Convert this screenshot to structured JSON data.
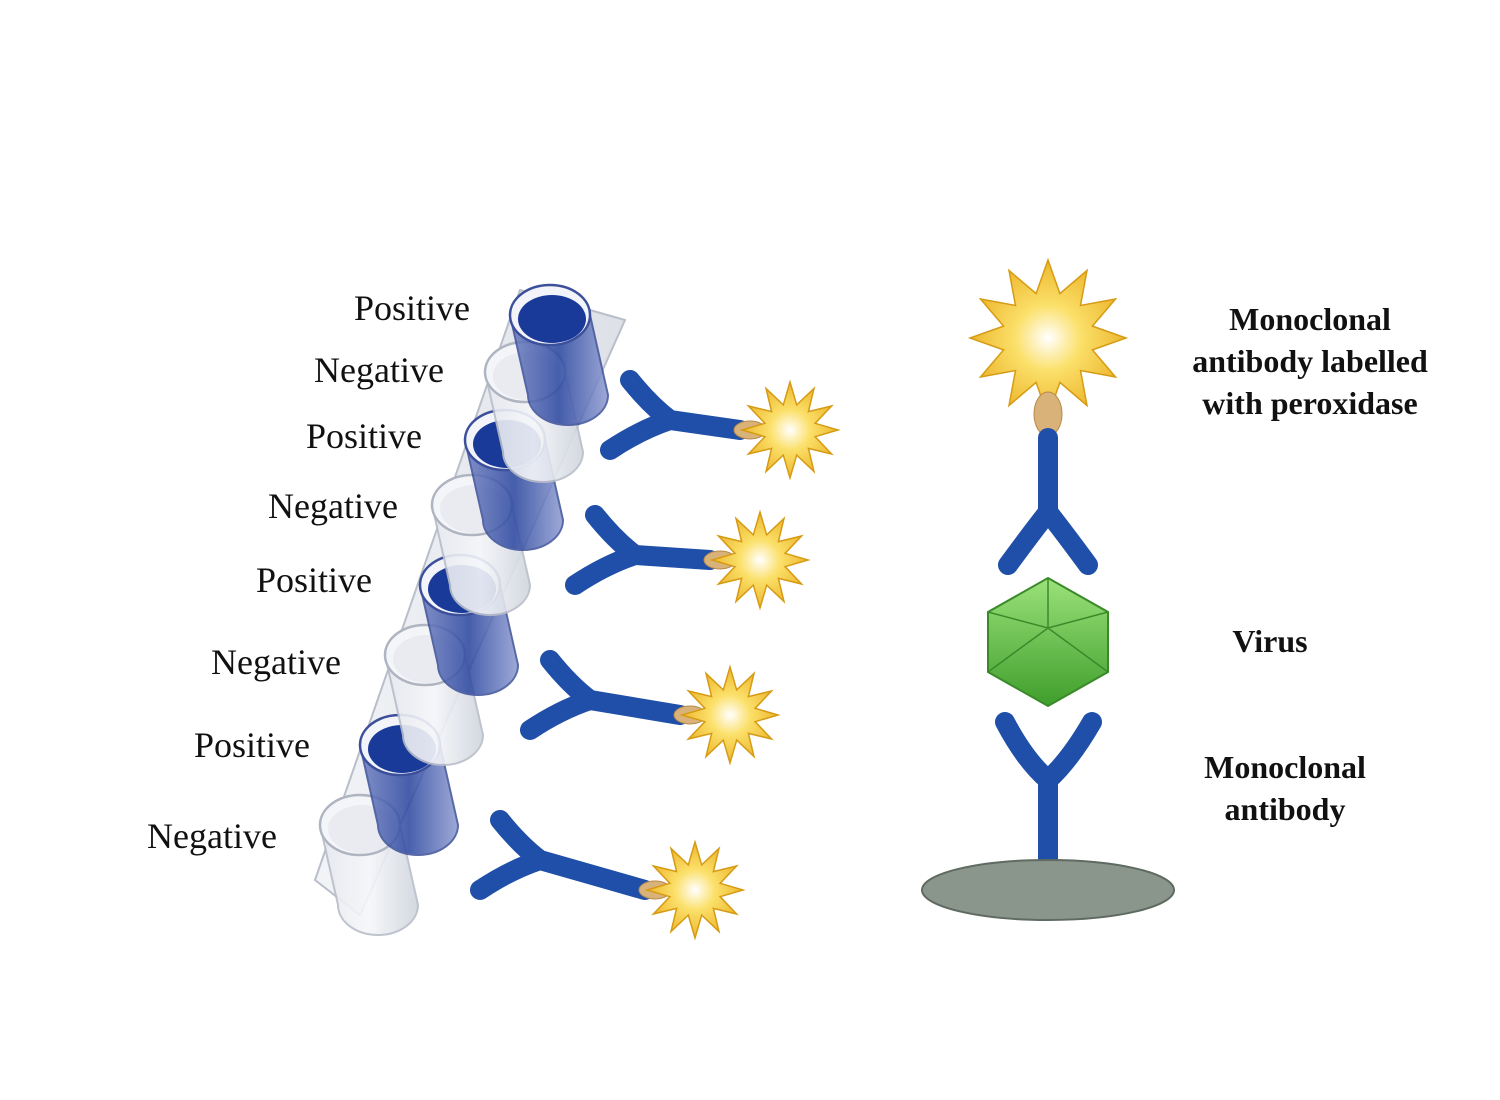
{
  "wells": [
    {
      "label": "Positive",
      "result": "positive"
    },
    {
      "label": "Negative",
      "result": "negative"
    },
    {
      "label": "Positive",
      "result": "positive"
    },
    {
      "label": "Negative",
      "result": "negative"
    },
    {
      "label": "Positive",
      "result": "positive"
    },
    {
      "label": "Negative",
      "result": "negative"
    },
    {
      "label": "Positive",
      "result": "positive"
    },
    {
      "label": "Negative",
      "result": "negative"
    }
  ],
  "legend": {
    "labelled_antibody": [
      "Monoclonal",
      "antibody labelled",
      "with peroxidase"
    ],
    "virus": [
      "Virus"
    ],
    "antibody": [
      "Monoclonal",
      "antibody"
    ]
  },
  "colors": {
    "antibody": "#1f4fa8",
    "positive_well": "#1a3a9a",
    "negative_well": "#dfe3ea",
    "virus": "#6fcf4f",
    "peroxidase": "#f5c431",
    "plate": "#8a958c"
  }
}
